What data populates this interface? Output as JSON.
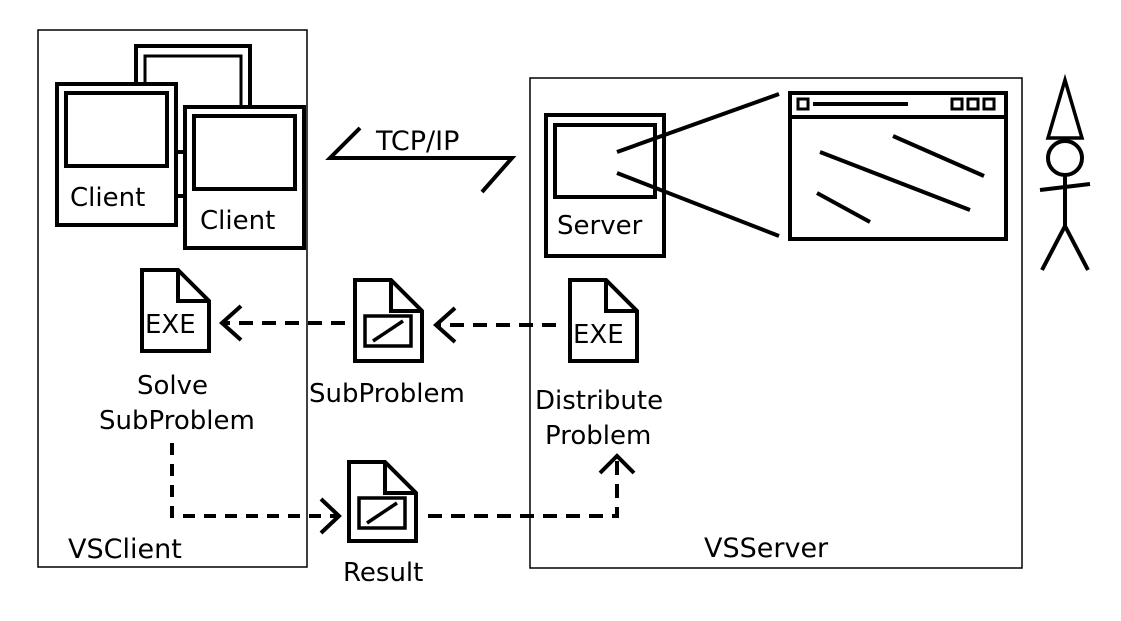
{
  "labels": {
    "vsclient": "VSClient",
    "vsserver": "VSServer",
    "client_back": "Client",
    "client_front": "Client",
    "server": "Server",
    "tcpip": "TCP/IP",
    "exe_client": "EXE",
    "exe_server": "EXE",
    "solve_line1": "Solve",
    "solve_line2": "SubProblem",
    "subproblem": "SubProblem",
    "distribute_line1": "Distribute",
    "distribute_line2": "Problem",
    "result": "Result"
  },
  "colors": {
    "stroke": "#000000",
    "background": "#ffffff"
  },
  "icons": {
    "client_computer": "computer-icon",
    "server_computer": "computer-icon",
    "app_window": "window-icon",
    "user": "stick-figure-wizard-icon",
    "exe_file": "exe-file-icon",
    "data_file": "data-file-icon"
  }
}
